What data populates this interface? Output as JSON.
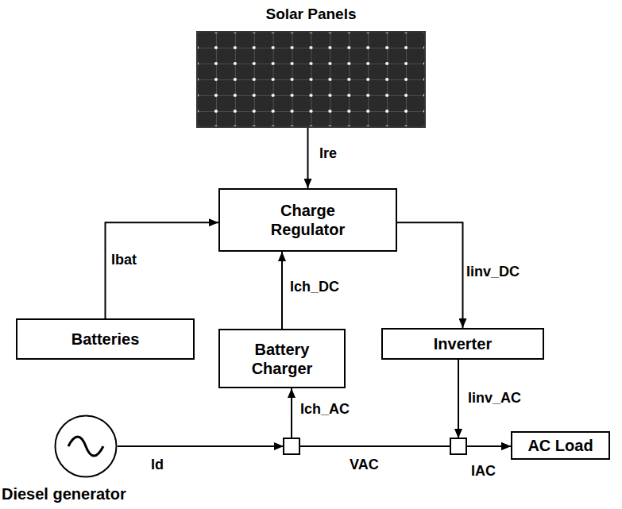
{
  "diagram": {
    "nodes": [
      {
        "text": [
          "Solar Panels"
        ]
      },
      {
        "text": [
          "Charge Regulator"
        ]
      },
      {
        "text": [
          "Batteries"
        ]
      },
      {
        "text": [
          "Battery Charger"
        ]
      },
      {
        "text": [
          "Inverter"
        ]
      },
      {
        "text": [
          "AC Load"
        ]
      },
      {
        "text": [
          "Diesel generator"
        ]
      }
    ],
    "edges": [
      {
        "from": 0,
        "to": 1,
        "label": "Ire",
        "arrow": "to"
      },
      {
        "from": 2,
        "to": 1,
        "label": "Ibat",
        "arrow": "to"
      },
      {
        "from": 3,
        "to": 1,
        "label": "Ich_DC",
        "arrow": "to"
      },
      {
        "from": 1,
        "to": 4,
        "label": "Iinv_DC",
        "arrow": "to"
      },
      {
        "from": 6,
        "to": 3,
        "label": "Ich_AC",
        "arrow": "to"
      },
      {
        "from": 6,
        "to": 5,
        "label": "IAC",
        "arrow": "to"
      },
      {
        "from": 4,
        "to": 5,
        "label": "Iinv_AC",
        "arrow": "to"
      }
    ],
    "labels": [
      "Id",
      "VAC"
    ]
  }
}
